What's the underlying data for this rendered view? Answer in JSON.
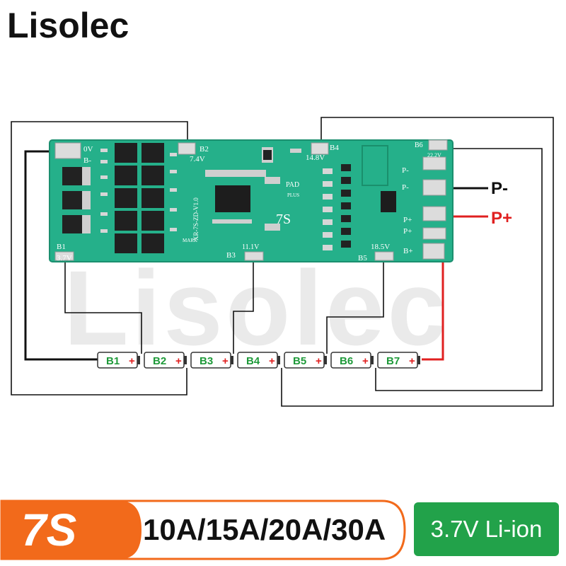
{
  "brand": "Lisolec",
  "watermark": "Lisolec",
  "board": {
    "model": "7S",
    "pad_labels": [
      "PAD",
      "PLUS"
    ],
    "mark": "MARK",
    "silkscreen": "XR-7S-ZD-V1.0",
    "terminals": {
      "b_minus_0v": [
        "0V",
        "B-"
      ],
      "b1": [
        "B1",
        "3.7V"
      ],
      "b2": [
        "B2",
        "7.4V"
      ],
      "b3": [
        "B3",
        "11.1V"
      ],
      "b4": [
        "B4",
        "14.8V"
      ],
      "b5": [
        "B5",
        "18.5V"
      ],
      "b6": [
        "B6",
        "22.2V"
      ],
      "p_minus_top": "P-",
      "p_minus_bottom": "P-",
      "p_plus_top": "P+",
      "p_plus_bottom": "P+",
      "b_plus": "B+"
    }
  },
  "outputs": {
    "p_minus": "P-",
    "p_plus": "P+"
  },
  "cells": [
    {
      "label": "B1",
      "sign": "+"
    },
    {
      "label": "B2",
      "sign": "+"
    },
    {
      "label": "B3",
      "sign": "+"
    },
    {
      "label": "B4",
      "sign": "+"
    },
    {
      "label": "B5",
      "sign": "+"
    },
    {
      "label": "B6",
      "sign": "+"
    },
    {
      "label": "B7",
      "sign": "+"
    }
  ],
  "banner": {
    "series": "7S",
    "currents": "10A/15A/20A/30A",
    "chemistry": "3.7V Li-ion"
  },
  "colors": {
    "pcb": "#25b08a",
    "wire_black": "#111111",
    "wire_red": "#e02020",
    "cell_text": "#1f9a3a",
    "banner_orange": "#f26a1b",
    "chem_green": "#22a24a"
  }
}
